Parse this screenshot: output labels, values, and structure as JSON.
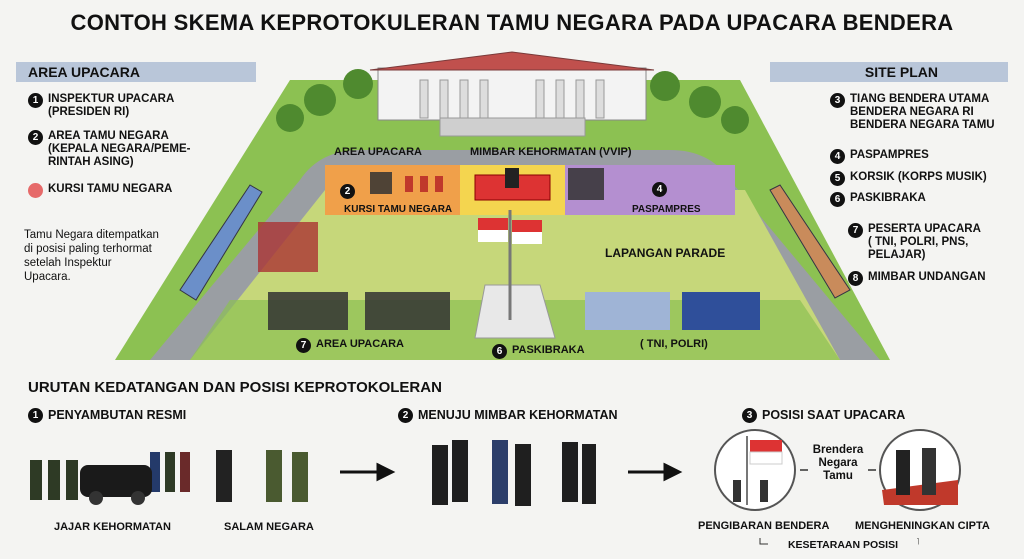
{
  "title": "CONTOH SKEMA KEPROTOKULERAN TAMU NEGARA PADA UPACARA BENDERA",
  "left_panel": {
    "header": "AREA UPACARA",
    "items": [
      {
        "num": "1",
        "text": "INSPEKTUR UPACARA\n(PRESIDEN RI)"
      },
      {
        "num": "2",
        "text": "AREA TAMU NEGARA\n(KEPALA NEGARA/PEME-\nRINTAH ASING)"
      }
    ],
    "kursi_label": "KURSI TAMU NEGARA",
    "kursi_color": "#e66a6a",
    "note": "Tamu Negara ditempatkan\ndi posisi paling terhormat\nsetelah Inspektur\nUpacara."
  },
  "right_panel": {
    "header": "SITE PLAN",
    "items": [
      {
        "num": "3",
        "text": "TIANG BENDERA UTAMA\nBENDERA NEGARA RI\nBENDERA NEGARA TAMU"
      },
      {
        "num": "4",
        "text": "PASPAMPRES"
      },
      {
        "num": "5",
        "text": "KORSIK (KORPS MUSIK)"
      },
      {
        "num": "6",
        "text": "PASKIBRAKA"
      },
      {
        "num": "7",
        "text": "PESERTA UPACARA\n( TNI, POLRI, PNS,\nPELAJAR)"
      },
      {
        "num": "8",
        "text": "MIMBAR UNDANGAN"
      }
    ]
  },
  "map": {
    "area_upacara": "AREA UPACARA",
    "mimbar": "MIMBAR KEHORMATAN (VVIP)",
    "kursi_num": "2",
    "kursi": "KURSI TAMU NEGARA",
    "pas_num": "4",
    "paspampres": "PASPAMPRES",
    "lapangan": "LAPANGAN PARADE",
    "area7_num": "7",
    "area7": "AREA UPACARA",
    "pask_num": "6",
    "paskibraka": "PASKIBRAKA",
    "tni": "( TNI, POLRI)",
    "colors": {
      "grass": "#8cc152",
      "field": "#c6d77a",
      "orange": "#f0a04a",
      "yellow": "#f4d54f",
      "purple": "#b48fd0",
      "road": "#9a9ea3"
    }
  },
  "sequence": {
    "header": "URUTAN KEDATANGAN DAN POSISI KEPROTOKOLERAN",
    "steps": [
      {
        "num": "1",
        "label": "PENYAMBUTAN RESMI",
        "captions": [
          "JAJAR KEHORMATAN",
          "SALAM NEGARA"
        ]
      },
      {
        "num": "2",
        "label": "MENUJU MIMBAR KEHORMATAN"
      },
      {
        "num": "3",
        "label": "POSISI SAAT UPACARA",
        "captions": [
          "PENGIBARAN BENDERA",
          "MENGHENINGKAN CIPTA"
        ],
        "middle": "Brendera\nNegara\nTamu",
        "bottom": "KESETARAAN POSISI"
      }
    ]
  }
}
